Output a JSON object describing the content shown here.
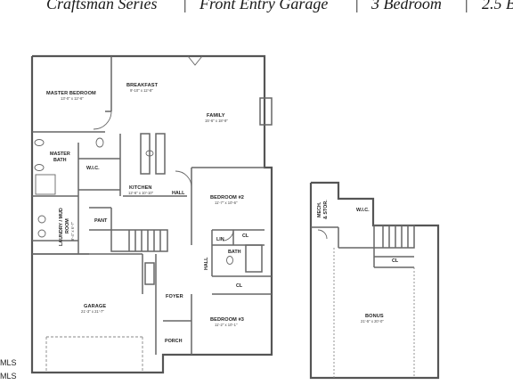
{
  "header": {
    "series": "Craftsman Series",
    "entry": "Front Entry Garage",
    "bedrooms": "3 Bedroom",
    "baths": "2.5 B"
  },
  "footer": {
    "mls_line1": "MLS",
    "mls_line2": "MLS"
  },
  "rooms": {
    "master_bedroom": {
      "name": "MASTER BEDROOM",
      "dims": "13'-0\" x 12'-6\""
    },
    "breakfast": {
      "name": "BREAKFAST",
      "dims": "9'-10\" x 12'-8\""
    },
    "family": {
      "name": "FAMILY",
      "dims": "15'-6\" x 18'-9\""
    },
    "master_bath": {
      "name": "MASTER",
      "name2": "BATH"
    },
    "wic_main": {
      "name": "W.I.C."
    },
    "kitchen": {
      "name": "KITCHEN",
      "dims": "12'-6\" x 10'-10\""
    },
    "hall_main": {
      "name": "HALL"
    },
    "bedroom2": {
      "name": "BEDROOM #2",
      "dims": "11'-7\" x 10'-6\""
    },
    "laundry": {
      "name": "LAUNDRY / MUD",
      "name2": "ROOM",
      "dims": "9'-4\" x 6'-7\""
    },
    "pantry": {
      "name": "PANT"
    },
    "linen": {
      "name": "LIN"
    },
    "closet_b2": {
      "name": "CL"
    },
    "bath": {
      "name": "BATH"
    },
    "hall_lower": {
      "name": "HALL"
    },
    "closet_b3": {
      "name": "CL"
    },
    "garage": {
      "name": "GARAGE",
      "dims": "21'-3\" x 21'-7\""
    },
    "foyer": {
      "name": "FOYER"
    },
    "bedroom3": {
      "name": "BEDROOM #3",
      "dims": "11'-2\" x 10'-1\""
    },
    "porch": {
      "name": "PORCH"
    },
    "mech": {
      "name": "MECH.",
      "name2": "& STOR."
    },
    "wic_upper": {
      "name": "W.I.C."
    },
    "closet_upper": {
      "name": "CL"
    },
    "bonus": {
      "name": "BONUS",
      "dims": "21'-5\" x 20'-0\""
    }
  }
}
